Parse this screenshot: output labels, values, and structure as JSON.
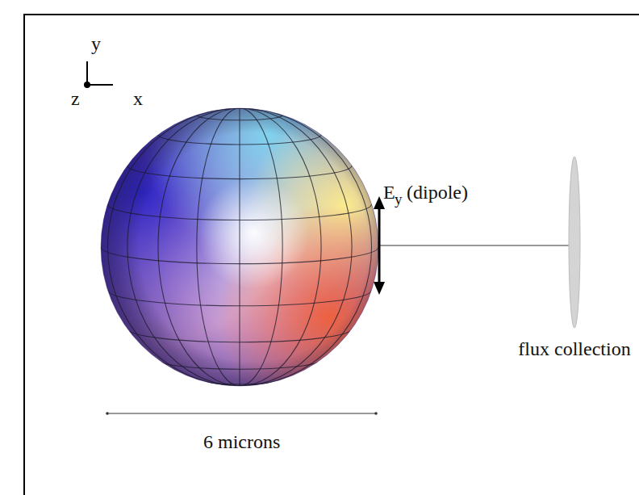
{
  "diagram": {
    "labels": [
      "y",
      "z",
      "x",
      "E",
      "y",
      "(dipole)",
      "flux collection",
      "6 microns"
    ]
  }
}
